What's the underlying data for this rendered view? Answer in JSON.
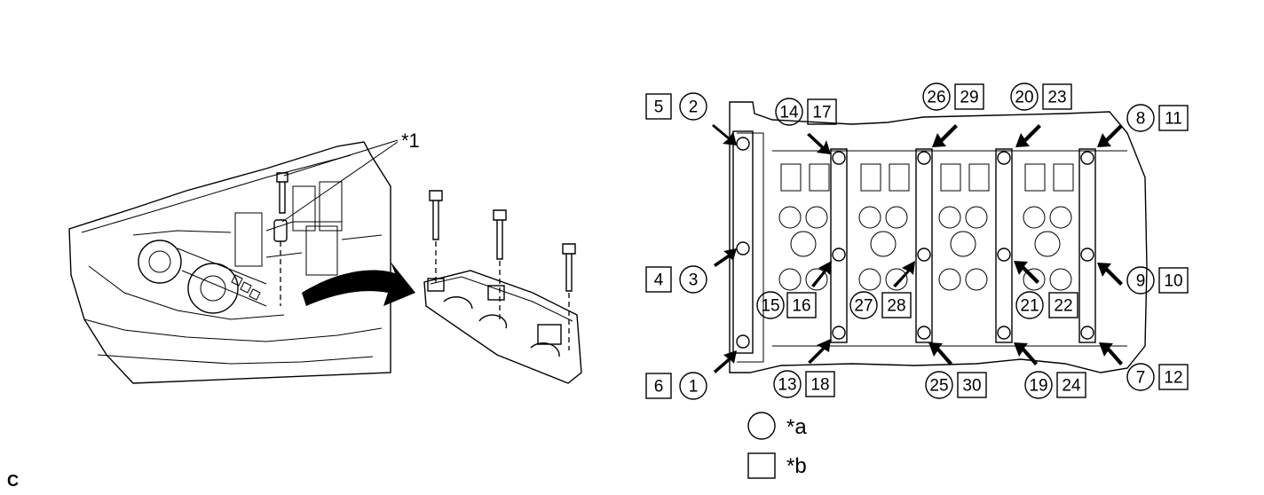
{
  "colors": {
    "ink": "#000000",
    "paper": "#ffffff"
  },
  "left_figure": {
    "callout": "*1"
  },
  "legend": {
    "circle_label": "*a",
    "square_label": "*b"
  },
  "figure_code": "C",
  "markers": [
    {
      "circle": "2",
      "square": "5"
    },
    {
      "circle": "3",
      "square": "4"
    },
    {
      "circle": "1",
      "square": "6"
    },
    {
      "circle": "14",
      "square": "17"
    },
    {
      "circle": "15",
      "square": "16"
    },
    {
      "circle": "13",
      "square": "18"
    },
    {
      "circle": "26",
      "square": "29"
    },
    {
      "circle": "27",
      "square": "28"
    },
    {
      "circle": "25",
      "square": "30"
    },
    {
      "circle": "20",
      "square": "23"
    },
    {
      "circle": "21",
      "square": "22"
    },
    {
      "circle": "19",
      "square": "24"
    },
    {
      "circle": "8",
      "square": "11"
    },
    {
      "circle": "9",
      "square": "10"
    },
    {
      "circle": "7",
      "square": "12"
    }
  ]
}
